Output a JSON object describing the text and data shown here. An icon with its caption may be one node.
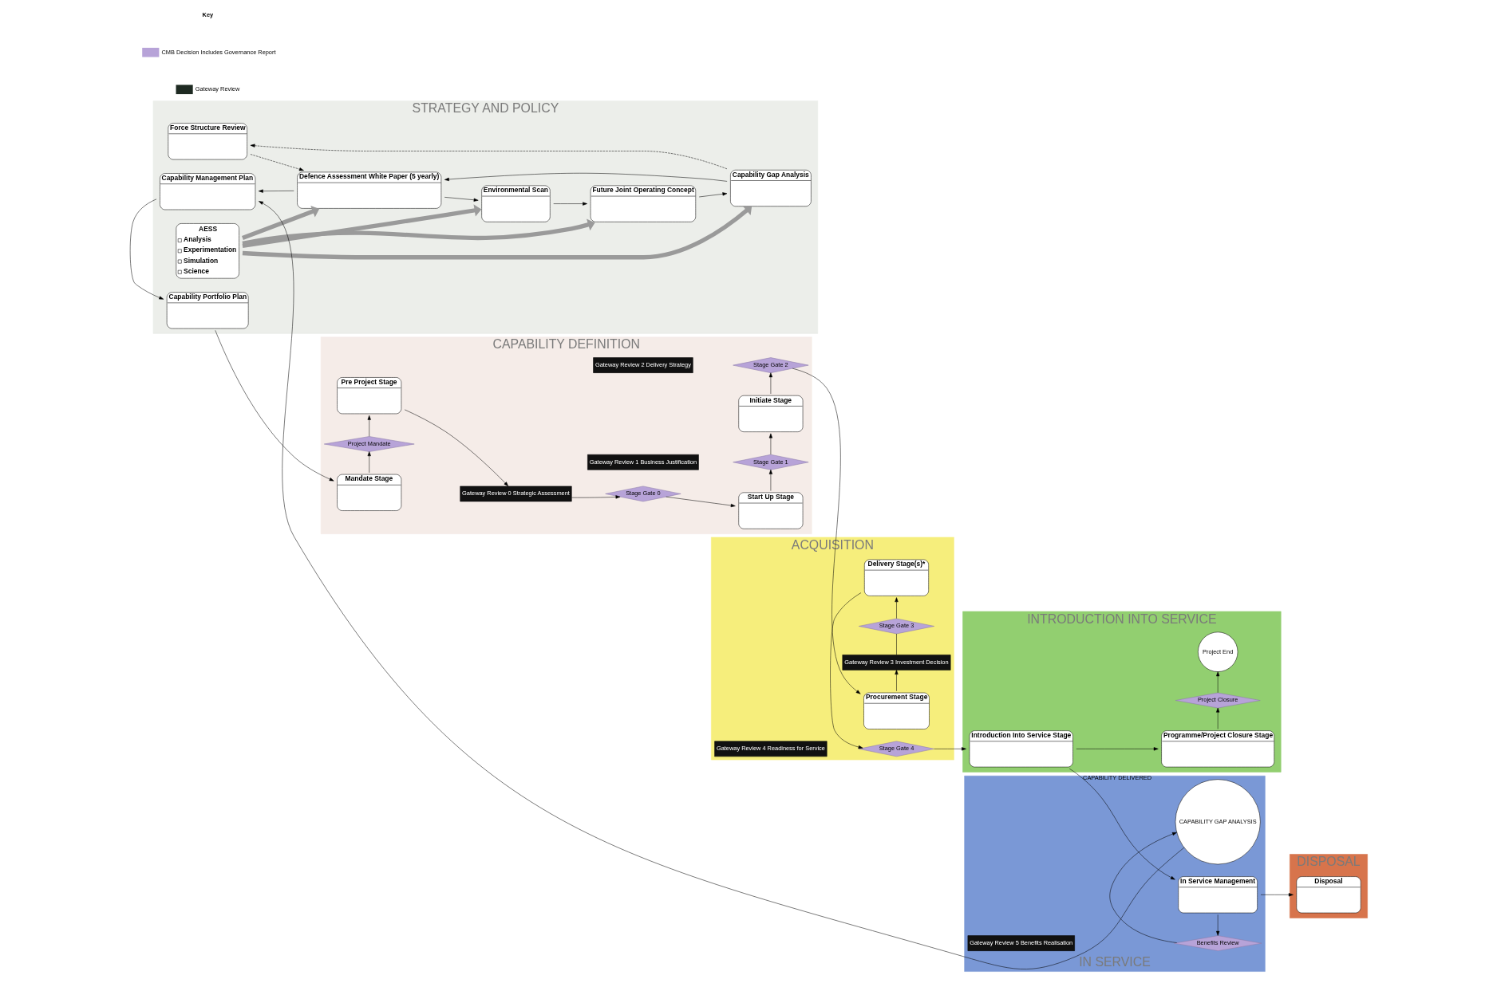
{
  "diagram": {
    "nodes": [
      {
        "text": [
          "STRATEGY AND POLICY"
        ]
      },
      {
        "text": [
          "Capability Management Plan"
        ],
        "in": 0
      },
      {
        "text": [
          "Capability Portfolio Plan"
        ],
        "in": 0
      },
      {
        "text": [
          "Force Structure Review"
        ],
        "in": 0
      },
      {
        "text": [
          "Defence Assessment White Paper (5 yearly)"
        ],
        "in": 0
      },
      {
        "text": [
          "Capability Gap Analysis"
        ],
        "in": 0
      },
      {
        "text": [
          "AESS",
          "Analysis",
          "Experimentation",
          "Simulation",
          "Science"
        ],
        "in": 0
      },
      {
        "text": [
          "Environmental Scan"
        ],
        "in": 0
      },
      {
        "text": [
          "Future Joint Operating Concept"
        ],
        "in": 0
      },
      {
        "text": [
          "CAPABILITY DEFINITION"
        ]
      },
      {
        "text": [
          "Mandate Stage"
        ],
        "in": 9
      },
      {
        "text": [
          "Project Mandate"
        ],
        "in": 9
      },
      {
        "text": [
          "Pre Project Stage"
        ],
        "in": 9
      },
      {
        "text": [
          "Gateway Review 0 Strategic Assessment"
        ],
        "in": 9
      },
      {
        "text": [
          "Stage Gate 0"
        ],
        "in": 9
      },
      {
        "text": [
          "Start Up Stage"
        ],
        "in": 9
      },
      {
        "text": [
          "Gateway Review 1 Business Justification"
        ],
        "in": 9
      },
      {
        "text": [
          "Stage Gate 1"
        ],
        "in": 9
      },
      {
        "text": [
          "Initiate Stage"
        ],
        "in": 9
      },
      {
        "text": [
          "Gateway Review 2 Delivery Strategy"
        ],
        "in": 9
      },
      {
        "text": [
          "Stage Gate 2"
        ],
        "in": 9
      },
      {
        "text": [
          "ACQUISITION"
        ]
      },
      {
        "text": [
          "Procurement Stage"
        ],
        "in": 21
      },
      {
        "text": [
          "Gateway Review 3 Investment Decision"
        ],
        "in": 21
      },
      {
        "text": [
          "Stage Gate 3"
        ],
        "in": 21
      },
      {
        "text": [
          "Delivery Stage(s)*"
        ],
        "in": 21
      },
      {
        "text": [
          "Gateway Review 4 Readiness for Service"
        ],
        "in": 21
      },
      {
        "text": [
          "Stage Gate 4"
        ],
        "in": 21
      },
      {
        "text": [
          "INTRODUCTION INTO SERVICE"
        ]
      },
      {
        "text": [
          "Introduction Into Service Stage"
        ],
        "in": 28
      },
      {
        "text": [
          "Programme/Project Closure Stage"
        ],
        "in": 28
      },
      {
        "text": [
          "Project Closure"
        ],
        "in": 28
      },
      {
        "text": [
          "Project End"
        ],
        "in": 28
      },
      {
        "text": [
          "IN SERVICE"
        ]
      },
      {
        "text": [
          "In Service Management"
        ],
        "in": 33
      },
      {
        "text": [
          "Gateway Review 5 Benefits Realisation"
        ],
        "in": 33
      },
      {
        "text": [
          "Benefits Review"
        ],
        "in": 33
      },
      {
        "text": [
          "CAPABILITY GAP ANALYSIS"
        ],
        "in": 33
      },
      {
        "text": [
          "DISPOSAL"
        ]
      },
      {
        "text": [
          "Disposal"
        ],
        "in": 38
      }
    ],
    "edges": [
      {
        "from": 4,
        "to": 1,
        "arrow": "to"
      },
      {
        "from": 1,
        "to": 2,
        "arrow": "to"
      },
      {
        "from": 2,
        "to": 10,
        "arrow": "to"
      },
      {
        "from": 10,
        "to": 11,
        "arrow": "to"
      },
      {
        "from": 11,
        "to": 12,
        "arrow": "to"
      },
      {
        "from": 12,
        "to": 13,
        "arrow": "to"
      },
      {
        "from": 13,
        "to": 14,
        "arrow": "to"
      },
      {
        "from": 14,
        "to": 15,
        "arrow": "to"
      },
      {
        "from": 15,
        "to": 17,
        "arrow": "to"
      },
      {
        "from": 17,
        "to": 18,
        "arrow": "to"
      },
      {
        "from": 18,
        "to": 20,
        "arrow": "to"
      },
      {
        "from": 20,
        "to": 22,
        "arrow": "to"
      },
      {
        "from": 22,
        "to": 23,
        "arrow": "to"
      },
      {
        "from": 23,
        "to": 24,
        "arrow": "none"
      },
      {
        "from": 24,
        "to": 25,
        "arrow": "to"
      },
      {
        "from": 25,
        "to": 27,
        "arrow": "to"
      },
      {
        "from": 27,
        "to": 29,
        "arrow": "to"
      },
      {
        "from": 29,
        "to": 30,
        "arrow": "to"
      },
      {
        "from": 29,
        "to": 34,
        "label": "CAPABILITY DELIVERED",
        "arrow": "to"
      },
      {
        "from": 30,
        "to": 31,
        "arrow": "to"
      },
      {
        "from": 31,
        "to": 32,
        "arrow": "to"
      },
      {
        "from": 34,
        "to": 36,
        "arrow": "to"
      },
      {
        "from": 36,
        "to": 37,
        "arrow": "to"
      },
      {
        "from": 34,
        "to": 39,
        "arrow": "to"
      },
      {
        "from": 37,
        "to": 1,
        "arrow": "to"
      },
      {
        "from": 3,
        "to": 4,
        "arrow": "to",
        "style": "dashed"
      },
      {
        "from": 5,
        "to": 3,
        "arrow": "to",
        "style": "dashed"
      },
      {
        "from": 5,
        "to": 4,
        "arrow": "to"
      },
      {
        "from": 4,
        "to": 7,
        "arrow": "to"
      },
      {
        "from": 7,
        "to": 8,
        "arrow": "to"
      },
      {
        "from": 8,
        "to": 5,
        "arrow": "to"
      },
      {
        "from": 6,
        "to": 4,
        "arrow": "to",
        "style": "thick",
        "color": "#9a9a9a"
      },
      {
        "from": 6,
        "to": 5,
        "arrow": "to",
        "style": "thick",
        "color": "#9a9a9a"
      },
      {
        "from": 6,
        "to": 7,
        "arrow": "to",
        "style": "thick",
        "color": "#9a9a9a"
      },
      {
        "from": 6,
        "to": 8,
        "arrow": "to",
        "style": "thick",
        "color": "#9a9a9a"
      }
    ],
    "labels": [
      "Key"
    ],
    "legend": [
      {
        "text": "CMB Decision Includes Governance Report",
        "color": "#b7a3d8"
      },
      {
        "text": "Gateway Review",
        "color": "#1e2a22"
      }
    ]
  }
}
